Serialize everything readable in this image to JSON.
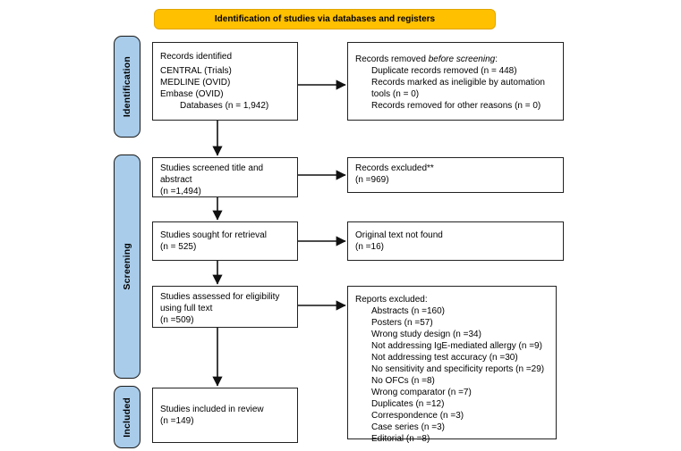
{
  "banner": {
    "label": "Identification of studies via databases and registers"
  },
  "sidebar": {
    "identification": "Identification",
    "screening": "Screening",
    "included": "Included"
  },
  "left_boxes": {
    "records_identified": {
      "title": "Records identified",
      "sources": [
        "CENTRAL (Trials)",
        "MEDLINE (OVID)",
        "Embase (OVID)"
      ],
      "total": "Databases (n = 1,942)"
    },
    "screened": {
      "text": "Studies screened title and abstract",
      "n": "(n =1,494)"
    },
    "retrieval": {
      "text": "Studies sought for retrieval",
      "n": "(n = 525)"
    },
    "eligibility": {
      "text": "Studies assessed for eligibility using full text",
      "n": "(n =509)"
    },
    "included": {
      "text": "Studies included in review",
      "n": "(n =149)"
    }
  },
  "right_boxes": {
    "removed": {
      "title_plain": "Records removed ",
      "title_italic": "before screening",
      "title_suffix": ":",
      "items": [
        "Duplicate records removed (n = 448)",
        "Records marked as ineligible by automation tools (n = 0)",
        "Records removed for other reasons (n = 0)"
      ]
    },
    "excluded": {
      "text": "Records excluded**",
      "n": "(n =969)"
    },
    "not_found": {
      "text": "Original text not found",
      "n": "(n =16)"
    },
    "reports_excluded": {
      "title": "Reports excluded:",
      "items": [
        "Abstracts (n =160)",
        "Posters (n =57)",
        "Wrong study design (n =34)",
        "Not addressing IgE-mediated allergy (n =9)",
        "Not addressing test accuracy (n =30)",
        "No sensitivity and specificity reports (n =29)",
        "No OFCs (n =8)",
        "Wrong comparator (n =7)",
        "Duplicates (n =12)",
        "Correspondence (n =3)",
        "Case series (n =3)",
        "Editorial (n =8)"
      ]
    }
  },
  "colors": {
    "banner_bg": "#FFC000",
    "sidebar_bg": "#A9CCEA",
    "box_border": "#222222",
    "arrow": "#111111"
  }
}
